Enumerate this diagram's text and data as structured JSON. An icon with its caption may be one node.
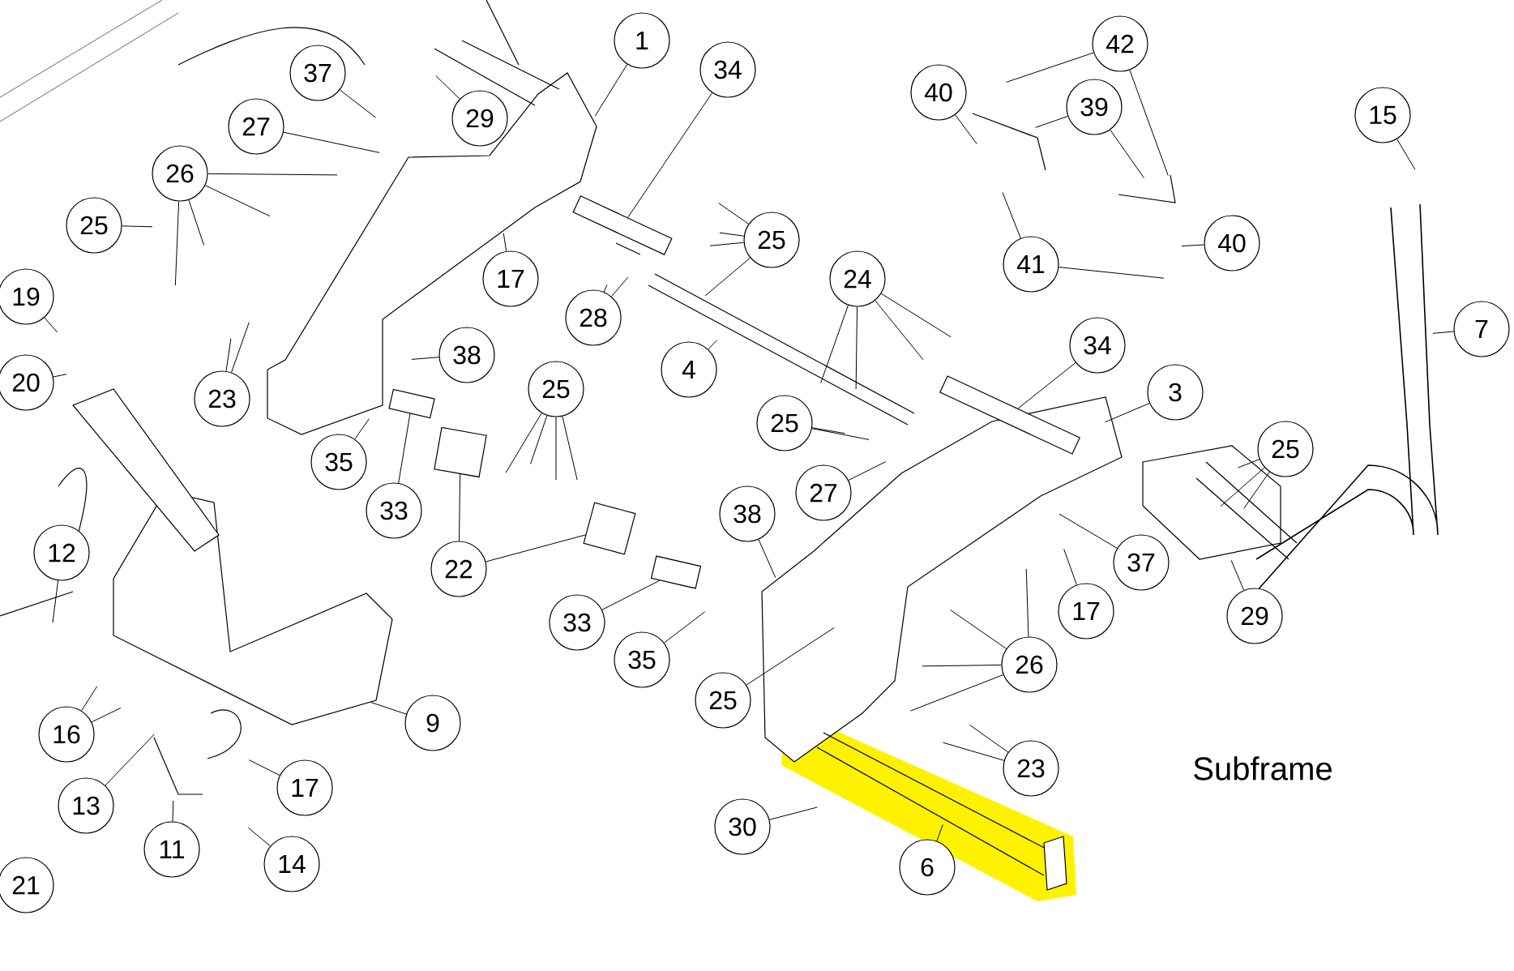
{
  "diagram": {
    "nodes": [
      {
        "text": [
          "42"
        ]
      },
      {
        "text": [
          "1"
        ]
      },
      {
        "text": [
          "34"
        ]
      },
      {
        "text": [
          "37"
        ]
      },
      {
        "text": [
          "40"
        ]
      },
      {
        "text": [
          "39"
        ]
      },
      {
        "text": [
          "15"
        ]
      },
      {
        "text": [
          "29"
        ]
      },
      {
        "text": [
          "27"
        ]
      },
      {
        "text": [
          "26"
        ]
      },
      {
        "text": [
          "25"
        ]
      },
      {
        "text": [
          "25"
        ]
      },
      {
        "text": [
          "40"
        ]
      },
      {
        "text": [
          "41"
        ]
      },
      {
        "text": [
          "17"
        ]
      },
      {
        "text": [
          "24"
        ]
      },
      {
        "text": [
          "19"
        ]
      },
      {
        "text": [
          "28"
        ]
      },
      {
        "text": [
          "7"
        ]
      },
      {
        "text": [
          "34"
        ]
      },
      {
        "text": [
          "38"
        ]
      },
      {
        "text": [
          "4"
        ]
      },
      {
        "text": [
          "20"
        ]
      },
      {
        "text": [
          "25"
        ]
      },
      {
        "text": [
          "3"
        ]
      },
      {
        "text": [
          "23"
        ]
      },
      {
        "text": [
          "25"
        ]
      },
      {
        "text": [
          "25"
        ]
      },
      {
        "text": [
          "35"
        ]
      },
      {
        "text": [
          "27"
        ]
      },
      {
        "text": [
          "33"
        ]
      },
      {
        "text": [
          "38"
        ]
      },
      {
        "text": [
          "12"
        ]
      },
      {
        "text": [
          "37"
        ]
      },
      {
        "text": [
          "22"
        ]
      },
      {
        "text": [
          "17"
        ]
      },
      {
        "text": [
          "29"
        ]
      },
      {
        "text": [
          "33"
        ]
      },
      {
        "text": [
          "35"
        ]
      },
      {
        "text": [
          "26"
        ]
      },
      {
        "text": [
          "25"
        ]
      },
      {
        "text": [
          "9"
        ]
      },
      {
        "text": [
          "16"
        ]
      },
      {
        "text": [
          "23"
        ]
      },
      {
        "text": [
          "17"
        ]
      },
      {
        "text": [
          "13"
        ]
      },
      {
        "text": [
          "30"
        ]
      },
      {
        "text": [
          "11"
        ]
      },
      {
        "text": [
          "14"
        ]
      },
      {
        "text": [
          "6"
        ]
      },
      {
        "text": [
          "21"
        ]
      },
      {
        "text": [],
        "shape": "box"
      },
      {
        "text": [],
        "shape": "box"
      },
      {
        "text": [],
        "shape": "box"
      },
      {
        "text": [],
        "shape": "box"
      },
      {
        "text": [],
        "shape": "box"
      },
      {
        "text": [],
        "shape": "box"
      }
    ],
    "edges": [
      {
        "from": 0,
        "to": null,
        "arrow": "none"
      },
      {
        "from": 0,
        "to": null,
        "arrow": "none"
      },
      {
        "from": 1,
        "to": null,
        "arrow": "none"
      },
      {
        "from": 2,
        "to": 51,
        "arrow": "none"
      },
      {
        "from": 3,
        "to": null,
        "arrow": "none"
      },
      {
        "from": 4,
        "to": null,
        "arrow": "none"
      },
      {
        "from": 5,
        "to": null,
        "arrow": "none"
      },
      {
        "from": 5,
        "to": null,
        "arrow": "none"
      },
      {
        "from": 6,
        "to": null,
        "arrow": "none"
      },
      {
        "from": 7,
        "to": null,
        "arrow": "none"
      },
      {
        "from": 8,
        "to": null,
        "arrow": "none"
      },
      {
        "from": 9,
        "to": null,
        "arrow": "none"
      },
      {
        "from": 9,
        "to": null,
        "arrow": "none"
      },
      {
        "from": 9,
        "to": null,
        "arrow": "none"
      },
      {
        "from": 9,
        "to": null,
        "arrow": "none"
      },
      {
        "from": 10,
        "to": null,
        "arrow": "none"
      },
      {
        "from": 11,
        "to": null,
        "arrow": "none"
      },
      {
        "from": 11,
        "to": null,
        "arrow": "none"
      },
      {
        "from": 11,
        "to": null,
        "arrow": "none"
      },
      {
        "from": 11,
        "to": null,
        "arrow": "none"
      },
      {
        "from": 12,
        "to": null,
        "arrow": "none"
      },
      {
        "from": 13,
        "to": null,
        "arrow": "none"
      },
      {
        "from": 13,
        "to": null,
        "arrow": "none"
      },
      {
        "from": 14,
        "to": null,
        "arrow": "none"
      },
      {
        "from": 15,
        "to": null,
        "arrow": "none"
      },
      {
        "from": 15,
        "to": null,
        "arrow": "none"
      },
      {
        "from": 15,
        "to": null,
        "arrow": "none"
      },
      {
        "from": 15,
        "to": null,
        "arrow": "none"
      },
      {
        "from": 16,
        "to": null,
        "arrow": "none"
      },
      {
        "from": 17,
        "to": null,
        "arrow": "none"
      },
      {
        "from": 17,
        "to": null,
        "arrow": "none"
      },
      {
        "from": 18,
        "to": null,
        "arrow": "none"
      },
      {
        "from": 19,
        "to": 52,
        "arrow": "none"
      },
      {
        "from": 20,
        "to": null,
        "arrow": "none"
      },
      {
        "from": 21,
        "to": null,
        "arrow": "none"
      },
      {
        "from": 22,
        "to": null,
        "arrow": "none"
      },
      {
        "from": 23,
        "to": null,
        "arrow": "none"
      },
      {
        "from": 23,
        "to": null,
        "arrow": "none"
      },
      {
        "from": 23,
        "to": null,
        "arrow": "none"
      },
      {
        "from": 23,
        "to": null,
        "arrow": "none"
      },
      {
        "from": 24,
        "to": null,
        "arrow": "none"
      },
      {
        "from": 25,
        "to": null,
        "arrow": "none"
      },
      {
        "from": 25,
        "to": null,
        "arrow": "none"
      },
      {
        "from": 26,
        "to": null,
        "arrow": "none"
      },
      {
        "from": 26,
        "to": null,
        "arrow": "none"
      },
      {
        "from": 27,
        "to": null,
        "arrow": "none"
      },
      {
        "from": 27,
        "to": null,
        "arrow": "none"
      },
      {
        "from": 27,
        "to": null,
        "arrow": "none"
      },
      {
        "from": 28,
        "to": null,
        "arrow": "none"
      },
      {
        "from": 29,
        "to": null,
        "arrow": "none"
      },
      {
        "from": 30,
        "to": 53,
        "arrow": "none"
      },
      {
        "from": 31,
        "to": null,
        "arrow": "none"
      },
      {
        "from": 32,
        "to": null,
        "arrow": "none"
      },
      {
        "from": 33,
        "to": null,
        "arrow": "none"
      },
      {
        "from": 34,
        "to": 55,
        "arrow": "none"
      },
      {
        "from": 34,
        "to": 56,
        "arrow": "none"
      },
      {
        "from": 35,
        "to": null,
        "arrow": "none"
      },
      {
        "from": 36,
        "to": null,
        "arrow": "none"
      },
      {
        "from": 37,
        "to": 54,
        "arrow": "none"
      },
      {
        "from": 38,
        "to": null,
        "arrow": "none"
      },
      {
        "from": 39,
        "to": null,
        "arrow": "none"
      },
      {
        "from": 39,
        "to": null,
        "arrow": "none"
      },
      {
        "from": 39,
        "to": null,
        "arrow": "none"
      },
      {
        "from": 39,
        "to": null,
        "arrow": "none"
      },
      {
        "from": 40,
        "to": null,
        "arrow": "none"
      },
      {
        "from": 41,
        "to": null,
        "arrow": "none"
      },
      {
        "from": 42,
        "to": null,
        "arrow": "none"
      },
      {
        "from": 42,
        "to": null,
        "arrow": "none"
      },
      {
        "from": 43,
        "to": null,
        "arrow": "none"
      },
      {
        "from": 43,
        "to": null,
        "arrow": "none"
      },
      {
        "from": 44,
        "to": null,
        "arrow": "none"
      },
      {
        "from": 45,
        "to": null,
        "arrow": "none"
      },
      {
        "from": 46,
        "to": null,
        "arrow": "none"
      },
      {
        "from": 47,
        "to": null,
        "arrow": "none"
      },
      {
        "from": 48,
        "to": null,
        "arrow": "none"
      },
      {
        "from": 49,
        "to": null,
        "arrow": "none"
      }
    ],
    "labels": [
      "Subframe"
    ]
  }
}
